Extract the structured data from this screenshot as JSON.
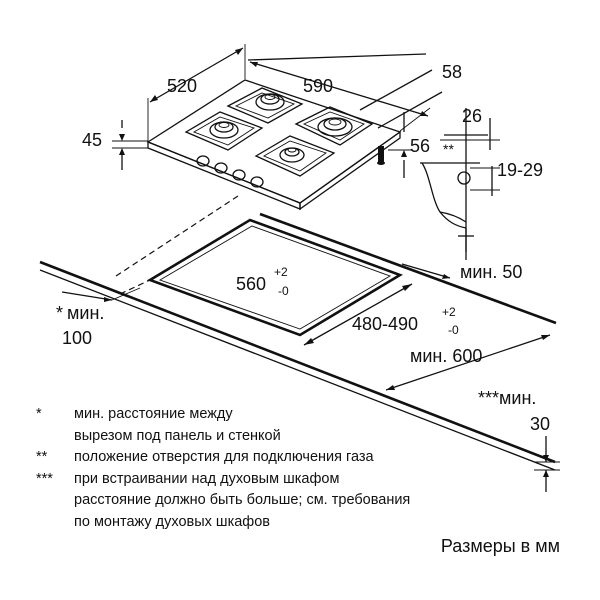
{
  "dimensions": {
    "hob_width": "590",
    "hob_depth": "520",
    "hob_height": "45",
    "gas_offset_back": "58",
    "gas_offset_side": "56",
    "gas_detail_width": "26",
    "gas_detail_height": "19-29",
    "gas_detail_mark": "**",
    "cutout_width_base": "560",
    "cutout_width_tol_plus": "+2",
    "cutout_width_tol_minus": "-0",
    "cutout_depth_base": "480-490",
    "cutout_depth_tol_plus": "+2",
    "cutout_depth_tol_minus": "-0",
    "min_back": "мин. 50",
    "min_front_mark": "*",
    "min_front_label": "мин.",
    "min_front_value": "100",
    "min_worktop": "мин. 600",
    "min_above_oven_mark": "***",
    "min_above_oven_label": "мин.",
    "min_above_oven_value": "30"
  },
  "notes": [
    {
      "mark": "*",
      "lines": [
        "мин. расстояние между",
        "вырезом под панель и стенкой"
      ]
    },
    {
      "mark": "**",
      "lines": [
        "положение отверстия для подключения газа"
      ]
    },
    {
      "mark": "***",
      "lines": [
        "при встраивании над духовым шкафом",
        "расстояние должно быть больше; см. требования",
        "по монтажу духовых шкафов"
      ]
    }
  ],
  "units_caption": "Размеры в мм"
}
